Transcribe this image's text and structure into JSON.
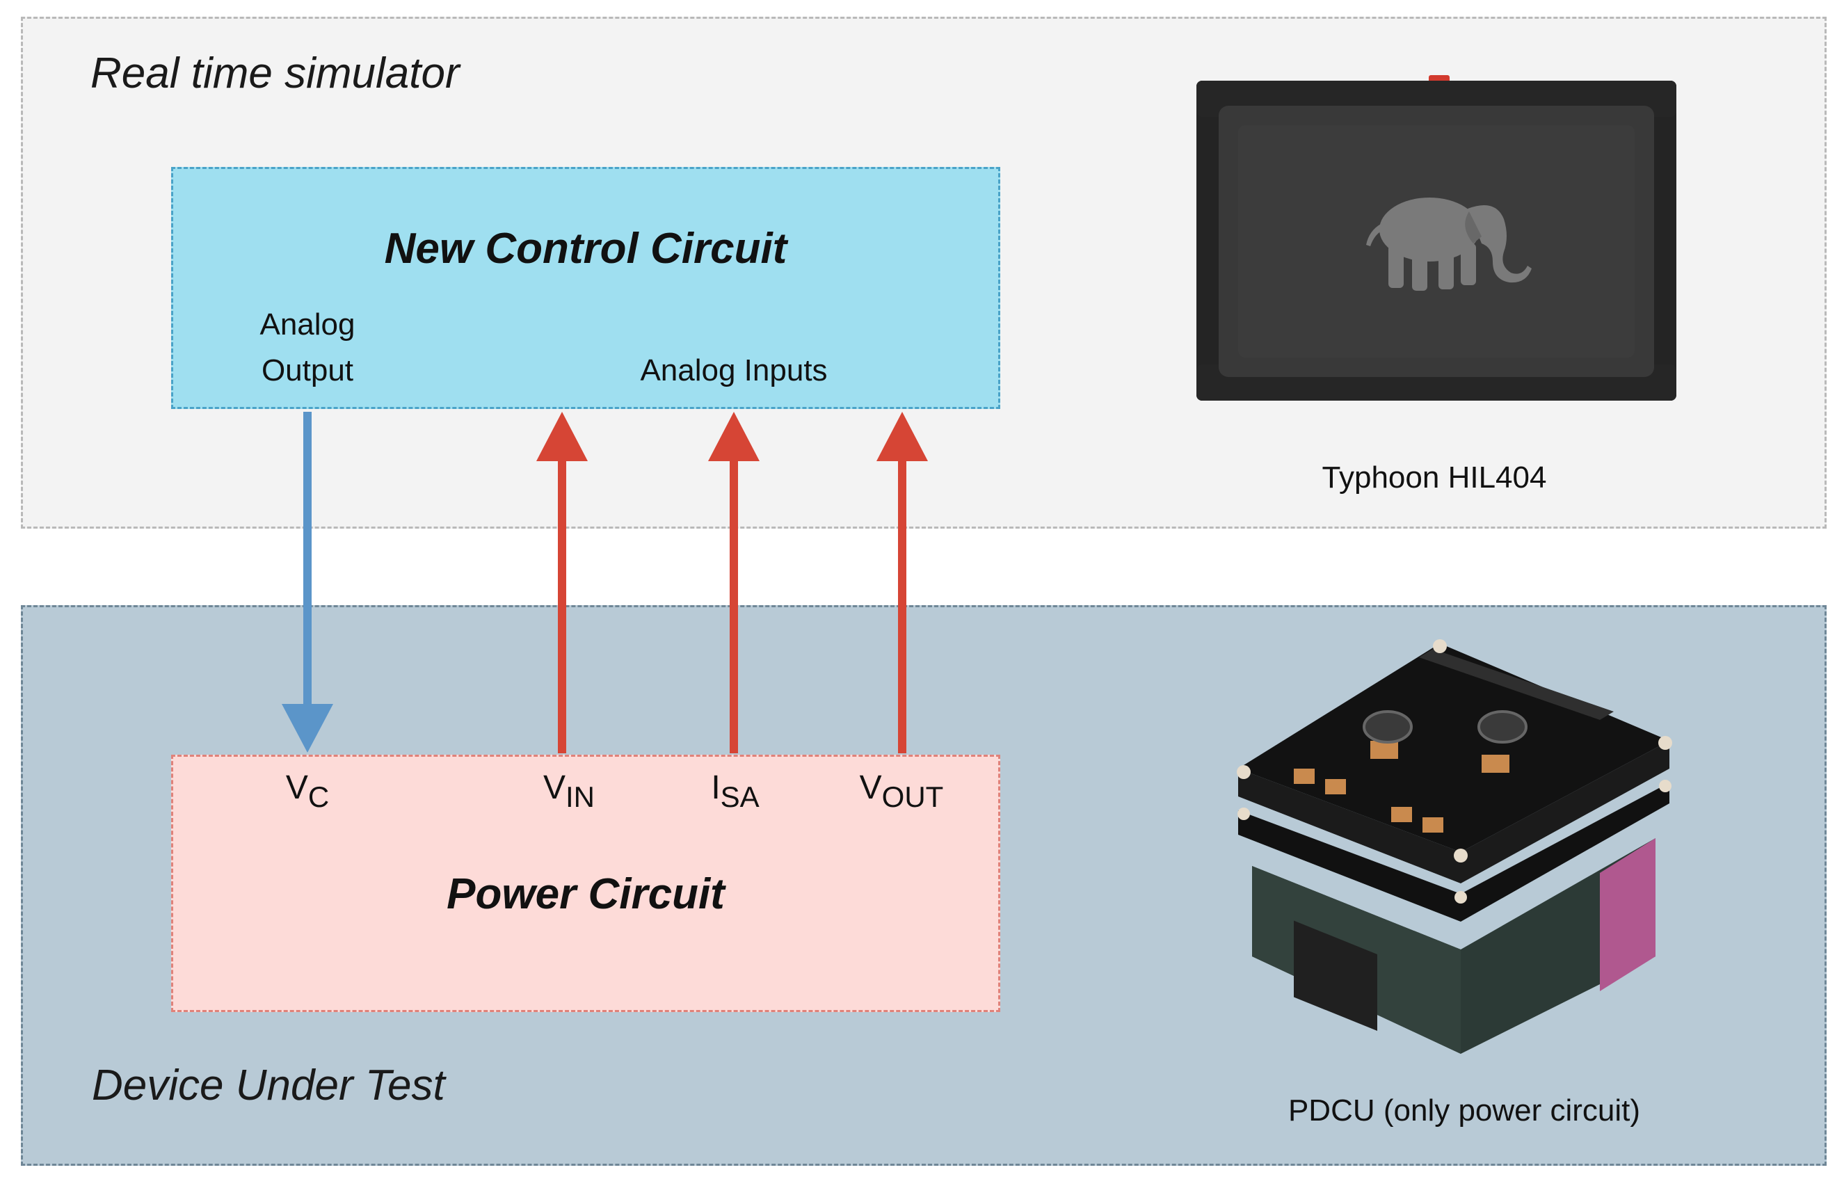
{
  "zones": {
    "simulator": {
      "title": "Real time simulator"
    },
    "dut": {
      "title": "Device Under Test"
    }
  },
  "blocks": {
    "control": {
      "title": "New Control Circuit",
      "output_line1": "Analog",
      "output_line2": "Output",
      "inputs_label": "Analog Inputs"
    },
    "power": {
      "title": "Power Circuit"
    }
  },
  "signals": [
    {
      "main": "V",
      "sub": "C",
      "direction": "down",
      "color": "#5b95c9"
    },
    {
      "main": "V",
      "sub": "IN",
      "direction": "up",
      "color": "#d64535"
    },
    {
      "main": "I",
      "sub": "SA",
      "direction": "up",
      "color": "#d64535"
    },
    {
      "main": "V",
      "sub": "OUT",
      "direction": "up",
      "color": "#d64535"
    }
  ],
  "devices": {
    "hil": {
      "caption": "Typhoon HIL404",
      "icon": "hil-simulator-box-with-elephant-logo"
    },
    "pdcu": {
      "caption": "PDCU (only power circuit)",
      "icon": "stacked-pcb-board"
    }
  },
  "colors": {
    "control_fill": "#9fdff0",
    "power_fill": "#fddbd8",
    "dut_zone_fill": "#b8cad6",
    "sim_zone_fill": "#f3f3f3",
    "output_arrow": "#5b95c9",
    "input_arrow": "#d64535"
  }
}
